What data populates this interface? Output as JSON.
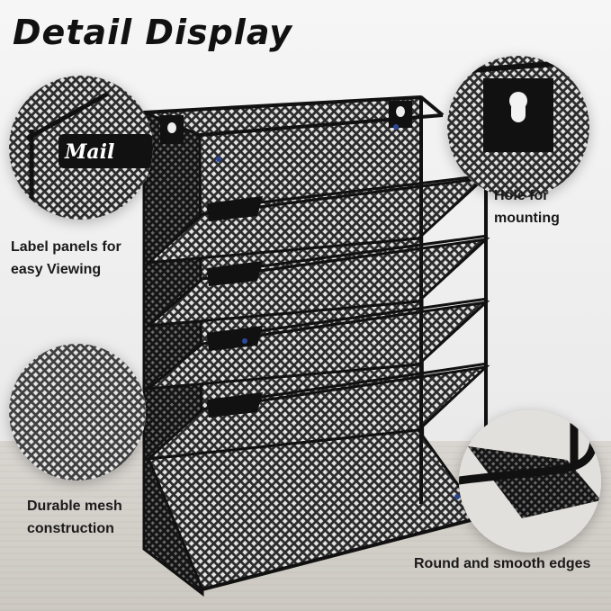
{
  "title": "Detail Display",
  "captions": {
    "label_panels": [
      "Label panels for",
      "easy Viewing"
    ],
    "hole": [
      "Hole for",
      "mounting"
    ],
    "mesh": [
      "Durable mesh",
      "construction"
    ],
    "edges": "Round and smooth edges"
  },
  "label_text": "Mail",
  "colors": {
    "frame": "#111111",
    "mesh": "#2a2a2a",
    "background": "#f0f0f0",
    "accent_dot": "#2b4a9c"
  }
}
